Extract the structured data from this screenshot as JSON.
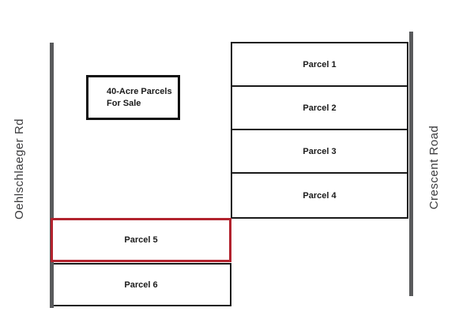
{
  "sign": {
    "line1": "40-Acre Parcels",
    "line2": "For Sale"
  },
  "roads": {
    "left": {
      "name": "Oehlschlaeger Rd"
    },
    "right": {
      "name": "Crescent Road"
    }
  },
  "parcels": [
    {
      "label": "Parcel 1",
      "highlighted": false
    },
    {
      "label": "Parcel 2",
      "highlighted": false
    },
    {
      "label": "Parcel 3",
      "highlighted": false
    },
    {
      "label": "Parcel 4",
      "highlighted": false
    },
    {
      "label": "Parcel 5",
      "highlighted": true
    },
    {
      "label": "Parcel 6",
      "highlighted": false
    }
  ],
  "colors": {
    "highlight_border": "#b2232e",
    "parcel_border": "#1a1a1a",
    "road": "#595a5c",
    "background": "#ffffff"
  }
}
